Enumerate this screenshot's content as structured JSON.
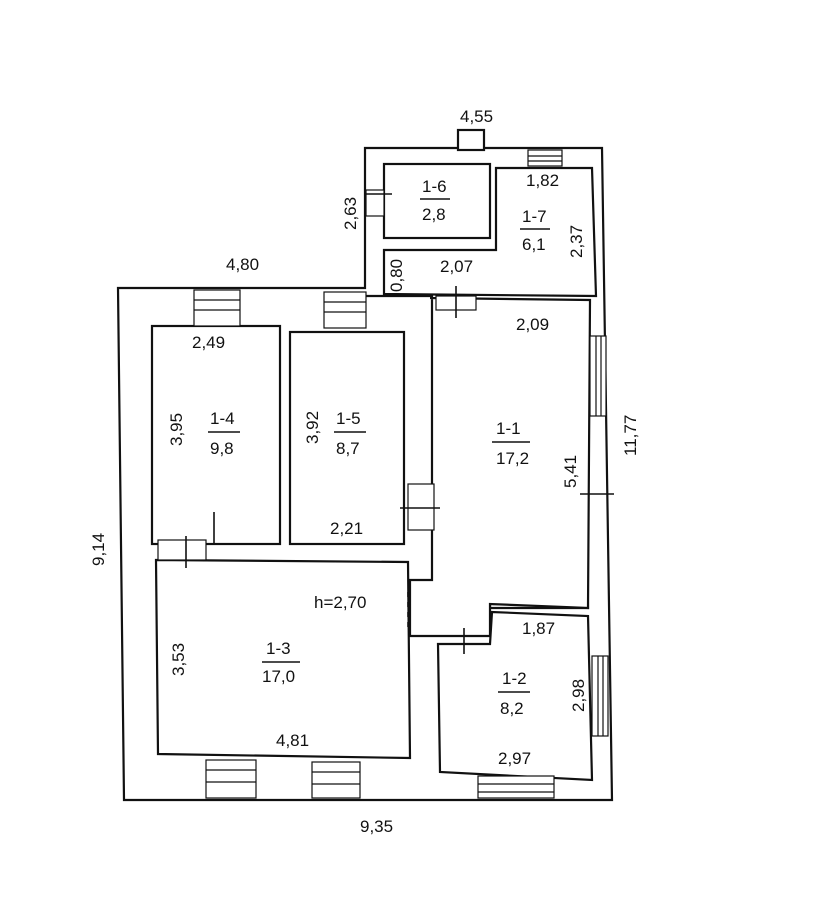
{
  "outer_dims": {
    "top_right": "4,55",
    "top_left": "4,80",
    "left": "9,14",
    "bottom": "9,35",
    "right": "11,77"
  },
  "rooms": [
    {
      "id": "1-1",
      "area": "17,2"
    },
    {
      "id": "1-2",
      "area": "8,2"
    },
    {
      "id": "1-3",
      "area": "17,0"
    },
    {
      "id": "1-4",
      "area": "9,8"
    },
    {
      "id": "1-5",
      "area": "8,7"
    },
    {
      "id": "1-6",
      "area": "2,8"
    },
    {
      "id": "1-7",
      "area": "6,1"
    }
  ],
  "room_dims": {
    "r1_1_width": "2,09",
    "r1_1_height": "5,41",
    "r1_2_width": "1,87",
    "r1_2_height": "2,98",
    "r1_2_bottom": "2,97",
    "r1_3_height": "3,53",
    "r1_3_bottom": "4,81",
    "r1_4_width": "2,49",
    "r1_4_height": "3,95",
    "r1_5_height": "3,92",
    "r1_5_bottom": "2,21",
    "r1_6_side": "2,63",
    "r1_7_width": "1,82",
    "r1_7_height": "2,37",
    "corridor_width": "2,07",
    "corridor_height": "0,80"
  },
  "ceiling_height": "h=2,70"
}
